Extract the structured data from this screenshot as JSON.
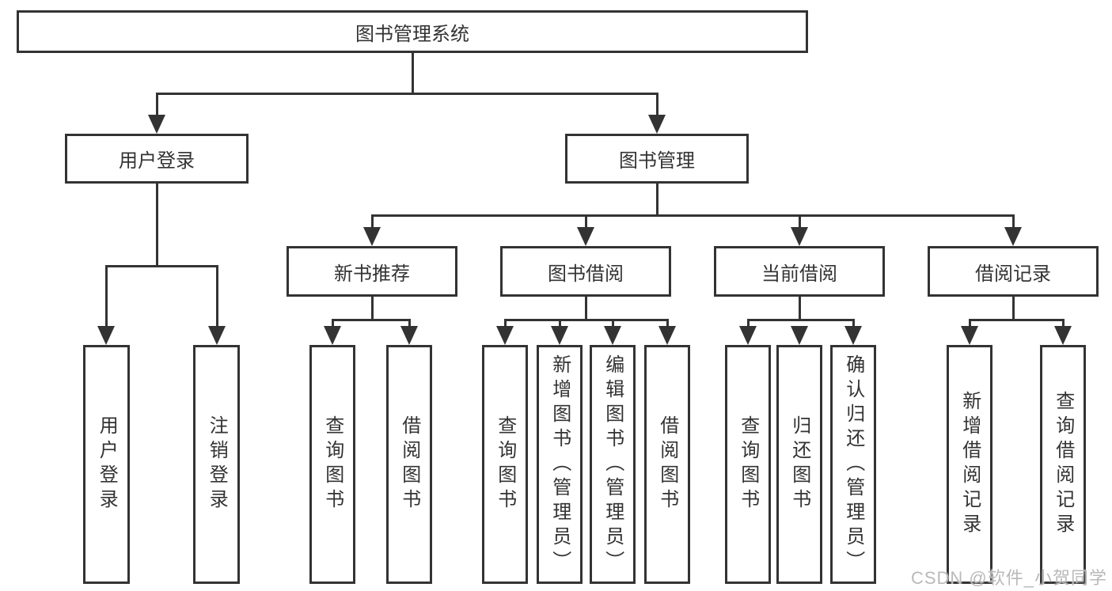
{
  "diagram": {
    "root": "图书管理系统",
    "level2": [
      "用户登录",
      "图书管理"
    ],
    "level3": [
      "新书推荐",
      "图书借阅",
      "当前借阅",
      "借阅记录"
    ],
    "leaves": {
      "login": [
        "用户登录",
        "注销登录"
      ],
      "recommend": [
        "查询图书",
        "借阅图书"
      ],
      "borrow": [
        "查询图书",
        "新增图书（管理员）",
        "编辑图书（管理员）",
        "借阅图书"
      ],
      "current": [
        "查询图书",
        "归还图书",
        "确认归还（管理员）"
      ],
      "records": [
        "新增借阅记录",
        "查询借阅记录"
      ]
    },
    "watermark": "CSDN @软件_小贺同学",
    "colors": {
      "line": "#333333",
      "text": "#333333",
      "background": "#ffffff",
      "watermark": "#b9b9b9"
    }
  }
}
